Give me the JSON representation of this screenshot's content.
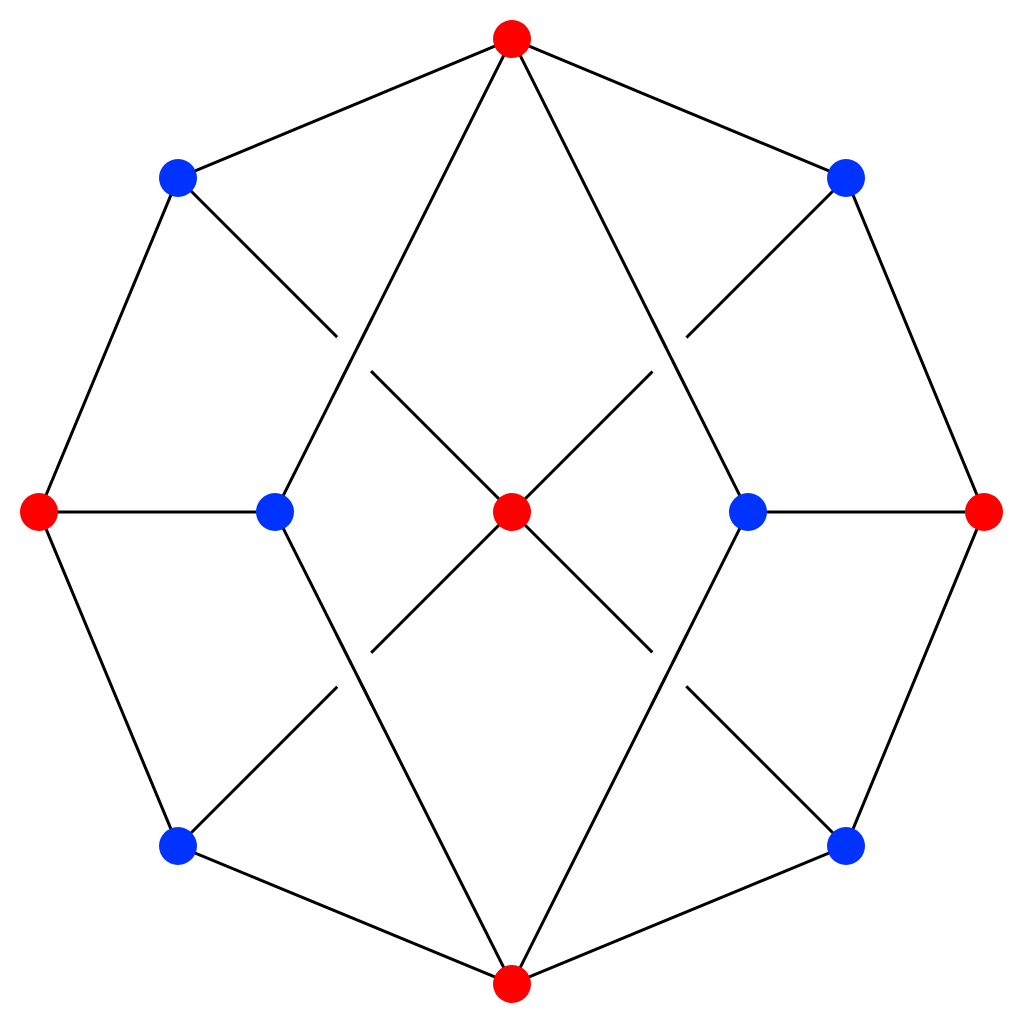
{
  "graph": {
    "colors": {
      "red": "#ff0000",
      "blue": "#0033ff",
      "edge": "#000000",
      "background": "#ffffff"
    },
    "nodes": [
      {
        "id": "top",
        "color": "red"
      },
      {
        "id": "upper-left",
        "color": "blue"
      },
      {
        "id": "upper-right",
        "color": "blue"
      },
      {
        "id": "left",
        "color": "red"
      },
      {
        "id": "inner-left",
        "color": "blue"
      },
      {
        "id": "center",
        "color": "red"
      },
      {
        "id": "inner-right",
        "color": "blue"
      },
      {
        "id": "right",
        "color": "red"
      },
      {
        "id": "lower-left",
        "color": "blue"
      },
      {
        "id": "lower-right",
        "color": "blue"
      },
      {
        "id": "bottom",
        "color": "red"
      }
    ],
    "edges": [
      [
        "top",
        "upper-left"
      ],
      [
        "top",
        "upper-right"
      ],
      [
        "upper-left",
        "left"
      ],
      [
        "upper-right",
        "right"
      ],
      [
        "left",
        "lower-left"
      ],
      [
        "right",
        "lower-right"
      ],
      [
        "lower-left",
        "bottom"
      ],
      [
        "lower-right",
        "bottom"
      ],
      [
        "left",
        "inner-left"
      ],
      [
        "right",
        "inner-right"
      ],
      [
        "top",
        "inner-left"
      ],
      [
        "top",
        "inner-right"
      ],
      [
        "bottom",
        "inner-left"
      ],
      [
        "bottom",
        "inner-right"
      ],
      [
        "center",
        "upper-left"
      ],
      [
        "center",
        "upper-right"
      ],
      [
        "center",
        "lower-left"
      ],
      [
        "center",
        "lower-right"
      ]
    ],
    "crossings": [
      {
        "over": [
          "top",
          "inner-left"
        ],
        "under": [
          "center",
          "upper-left"
        ]
      },
      {
        "over": [
          "top",
          "inner-right"
        ],
        "under": [
          "center",
          "upper-right"
        ]
      },
      {
        "over": [
          "bottom",
          "inner-left"
        ],
        "under": [
          "center",
          "lower-left"
        ]
      },
      {
        "over": [
          "bottom",
          "inner-right"
        ],
        "under": [
          "center",
          "lower-right"
        ]
      }
    ]
  }
}
